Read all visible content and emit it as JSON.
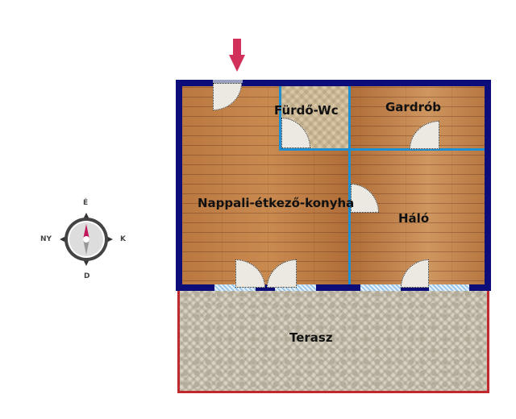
{
  "rooms": {
    "bathroom": "Fürdő-Wc",
    "wardrobe": "Gardrób",
    "living": "Nappali-étkező-konyha",
    "bedroom": "Háló",
    "terrace": "Terasz"
  },
  "compass": {
    "north": "É",
    "south": "D",
    "east": "K",
    "west": "NY"
  },
  "colors": {
    "outer_wall": "#0d0d7a",
    "inner_wall": "#1e8fd0",
    "terrace_border": "#c0292e",
    "entrance_arrow": "#d0305a"
  }
}
